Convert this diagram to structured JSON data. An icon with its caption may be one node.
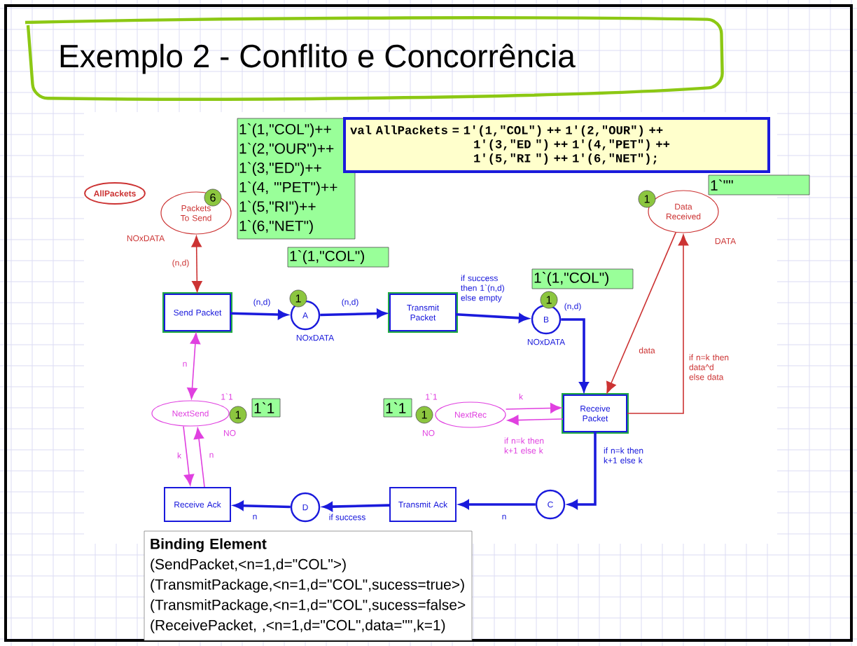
{
  "diagram": {
    "title": "Exemplo 2 - Conflito e Concorrência",
    "nodes": [
      {
        "text": [
          "AllPackets"
        ]
      },
      {
        "text": [
          "Packets To Send"
        ],
        "beside": [
          "NOxDATA"
        ]
      },
      {
        "text": [
          "Send Packet"
        ]
      },
      {
        "text": [
          "A"
        ],
        "beside": [
          "NOxDATA"
        ]
      },
      {
        "text": [
          "Transmit Packet"
        ]
      },
      {
        "text": [
          "B"
        ],
        "beside": [
          "NOxDATA"
        ]
      },
      {
        "text": [
          "Data Received"
        ],
        "beside": [
          "DATA"
        ]
      },
      {
        "text": [
          "Receive Packet"
        ]
      },
      {
        "text": [
          "NextSend"
        ],
        "beside": [
          "1`1",
          "NO"
        ]
      },
      {
        "text": [
          "NextRec"
        ],
        "beside": [
          "1`1",
          "NO"
        ]
      },
      {
        "text": [
          "Receive Ack"
        ]
      },
      {
        "text": [
          "D"
        ]
      },
      {
        "text": [
          "Transmit Ack"
        ]
      },
      {
        "text": [
          "C"
        ]
      },
      {
        "text": [
          "6"
        ]
      },
      {
        "text": [
          "1"
        ]
      },
      {
        "text": [
          "1"
        ]
      },
      {
        "text": [
          "1"
        ]
      },
      {
        "text": [
          "1"
        ]
      },
      {
        "text": [
          "1"
        ]
      },
      {
        "text": [
          "1`(1,\"COL\")++",
          "1`(2,\"OUR\")++",
          "1`(3,\"ED\")++",
          "1`(4, \"'PET\")++",
          "1`(5,\"RI\")++",
          "1`(6,\"NET\")"
        ]
      },
      {
        "text": [
          "1`(1,\"COL\")"
        ]
      },
      {
        "text": [
          "1`(1,\"COL\")"
        ]
      },
      {
        "text": [
          "1`\"\""
        ]
      },
      {
        "text": [
          "1`1"
        ]
      },
      {
        "text": [
          "1`1"
        ]
      },
      {
        "text": [
          "val AllPackets = 1'(1,\"COL\") ++ 1'(2,\"OUR\") ++",
          "1'(3,\"ED \") ++ 1'(4,\"PET\") ++",
          "1'(5,\"RI \") ++ 1'(6,\"NET\");"
        ]
      },
      {
        "text": [
          "Binding Element",
          "(SendPacket,<n=1,d=\"COL\">)",
          "(TransmitPackage,<n=1,d=\"COL\",sucess=true>)",
          "(TransmitPackage,<n=1,d=\"COL\",sucess=false>",
          "(ReceivePacket, ,<n=1,d=\"COL\",data=\"\",k=1)"
        ]
      }
    ],
    "edges": [
      {
        "from": 1,
        "to": 2,
        "arrow": "both",
        "label": "(n,d)",
        "color": "#cc3333"
      },
      {
        "from": 2,
        "to": 3,
        "arrow": "to",
        "label": "(n,d)"
      },
      {
        "from": 3,
        "to": 4,
        "arrow": "to",
        "label": "(n,d)"
      },
      {
        "from": 4,
        "to": 5,
        "arrow": "to",
        "label": "if success then 1`(n,d) else empty"
      },
      {
        "from": 5,
        "to": 7,
        "arrow": "to",
        "label": "(n,d)"
      },
      {
        "from": 6,
        "to": 7,
        "arrow": "to",
        "label": "data",
        "color": "#cc3333"
      },
      {
        "from": 7,
        "to": 6,
        "arrow": "to",
        "label": "if n=k then data^d else data",
        "color": "#cc3333"
      },
      {
        "from": 2,
        "to": 8,
        "arrow": "both",
        "label": "n",
        "color": "#e040e0"
      },
      {
        "from": 8,
        "to": 10,
        "arrow": "to",
        "label": "k",
        "color": "#e040e0"
      },
      {
        "from": 10,
        "to": 8,
        "arrow": "to",
        "label": "n",
        "color": "#e040e0"
      },
      {
        "from": 9,
        "to": 7,
        "arrow": "to",
        "label": "k",
        "color": "#e040e0"
      },
      {
        "from": 7,
        "to": 9,
        "arrow": "to",
        "label": "if n=k then k+1 else k",
        "color": "#e040e0"
      },
      {
        "from": 7,
        "to": 13,
        "arrow": "to",
        "label": "if n=k then k+1 else k"
      },
      {
        "from": 13,
        "to": 12,
        "arrow": "to",
        "label": "n"
      },
      {
        "from": 12,
        "to": 11,
        "arrow": "to",
        "label": "if success"
      },
      {
        "from": 11,
        "to": 10,
        "arrow": "to",
        "label": "n"
      }
    ]
  }
}
